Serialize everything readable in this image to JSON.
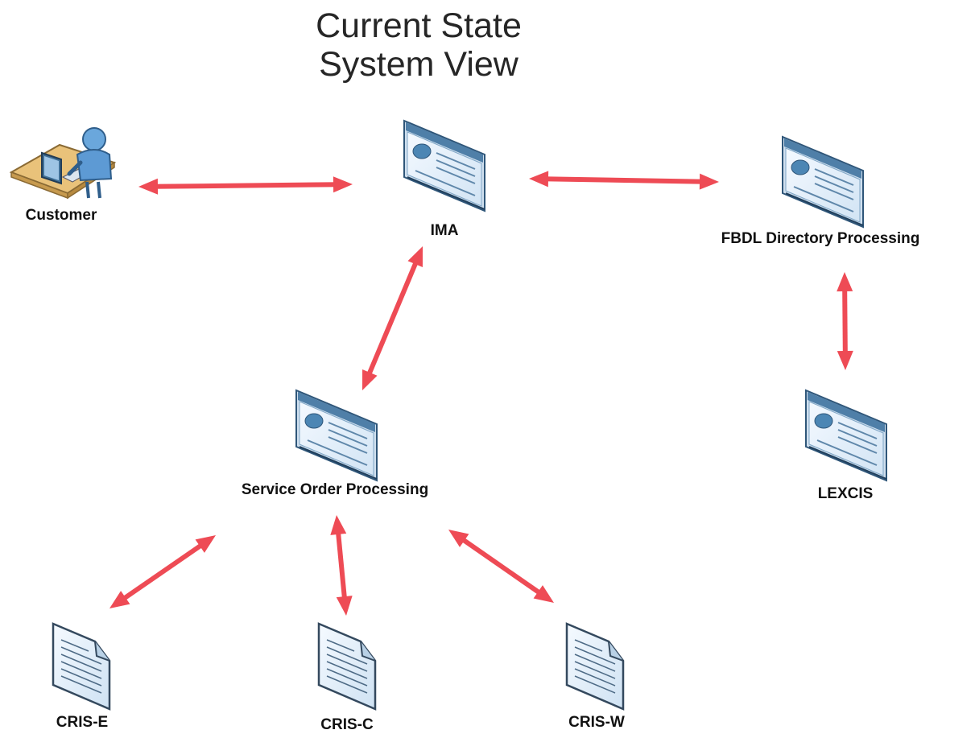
{
  "title": {
    "line1": "Current State",
    "line2": "System View"
  },
  "nodes": {
    "customer": {
      "label": "Customer",
      "icon": "customer-workstation-icon"
    },
    "ima": {
      "label": "IMA",
      "icon": "application-window-icon"
    },
    "fbdl": {
      "label": "FBDL Directory Processing",
      "icon": "application-window-icon"
    },
    "service_order": {
      "label": "Service Order Processing",
      "icon": "application-window-icon"
    },
    "lexcis": {
      "label": "LEXCIS",
      "icon": "application-window-icon"
    },
    "cris_e": {
      "label": "CRIS-E",
      "icon": "document-icon"
    },
    "cris_c": {
      "label": "CRIS-C",
      "icon": "document-icon"
    },
    "cris_w": {
      "label": "CRIS-W",
      "icon": "document-icon"
    }
  },
  "connections": [
    {
      "from": "customer",
      "to": "ima",
      "direction": "bidirectional"
    },
    {
      "from": "ima",
      "to": "fbdl",
      "direction": "bidirectional"
    },
    {
      "from": "ima",
      "to": "service_order",
      "direction": "bidirectional"
    },
    {
      "from": "fbdl",
      "to": "lexcis",
      "direction": "bidirectional"
    },
    {
      "from": "service_order",
      "to": "cris_e",
      "direction": "bidirectional"
    },
    {
      "from": "service_order",
      "to": "cris_c",
      "direction": "bidirectional"
    },
    {
      "from": "service_order",
      "to": "cris_w",
      "direction": "bidirectional"
    }
  ],
  "colors": {
    "arrow": "#ee4b55",
    "window_frame": "#3f6f96",
    "window_body": "#e6f1fb",
    "document_fill": "#e8f2fb",
    "document_stroke": "#34495e"
  }
}
